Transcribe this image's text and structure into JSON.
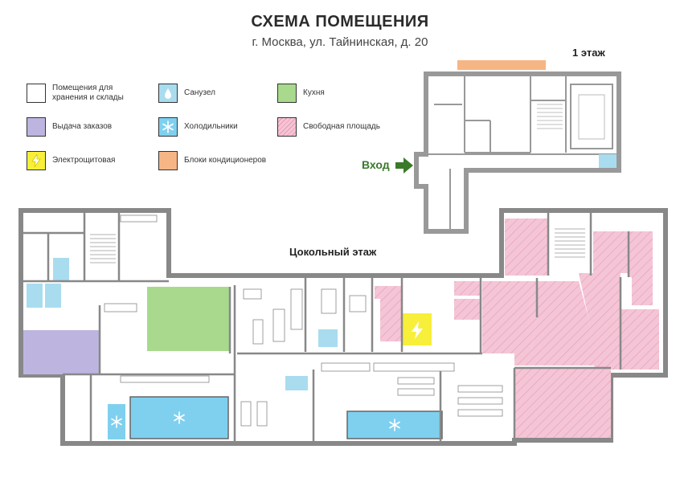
{
  "header": {
    "title": "СХЕМА ПОМЕЩЕНИЯ",
    "address": "г. Москва, ул. Тайнинская, д. 20"
  },
  "legend": [
    {
      "label": "Помещения для хранения и склады",
      "fill": "#ffffff",
      "icon": ""
    },
    {
      "label": "Выдача заказов",
      "fill": "#bdb5e0",
      "icon": ""
    },
    {
      "label": "Электрощитовая",
      "fill": "#f7ef3a",
      "icon": "lightning-icon"
    },
    {
      "label": "Санузел",
      "fill": "#a9dcef",
      "icon": "water-drop-icon"
    },
    {
      "label": "Холодильники",
      "fill": "#7fd0ef",
      "icon": "snowflake-icon"
    },
    {
      "label": "Блоки кондиционеров",
      "fill": "#f6b585",
      "icon": ""
    },
    {
      "label": "Кухня",
      "fill": "#a8d98d",
      "icon": ""
    },
    {
      "label": "Свободная площадь",
      "fill": "#f4c5d6",
      "icon": "hatch-pattern"
    }
  ],
  "floors": {
    "first": "1 этаж",
    "basement": "Цокольный этаж"
  },
  "entrance": {
    "label": "Вход"
  },
  "colors": {
    "wall": "#888888",
    "storage": "#ffffff",
    "orders": "#bdb5e0",
    "electric": "#f7ef3a",
    "bathroom": "#a9dcef",
    "fridge": "#7fd0ef",
    "ac": "#f6b585",
    "kitchen": "#a8d98d",
    "free": "#f4c5d6",
    "arrow": "#3a7a2a"
  }
}
